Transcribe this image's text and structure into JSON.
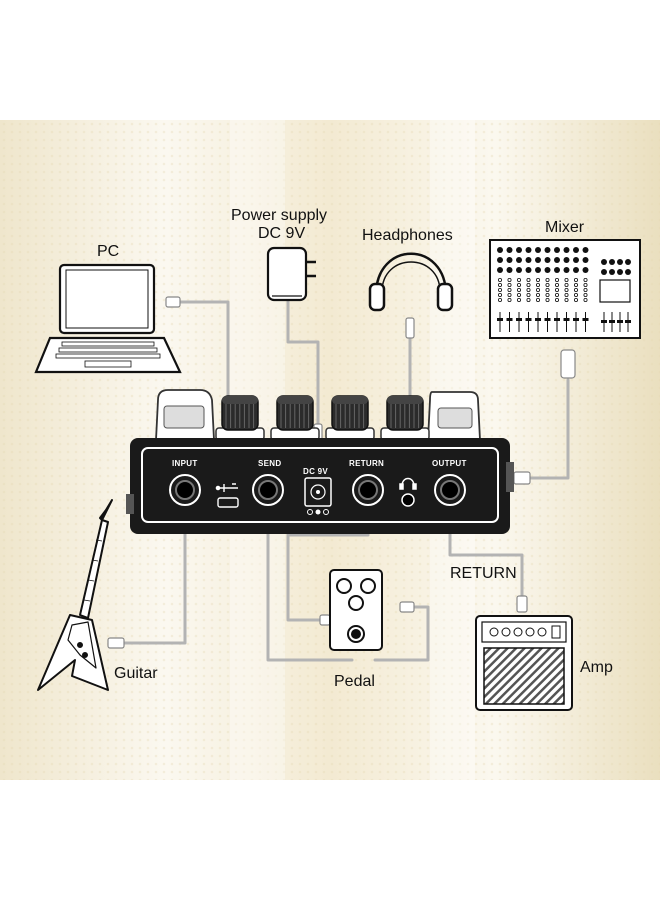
{
  "labels": {
    "pc": "PC",
    "power_line1": "Power supply",
    "power_line2": "DC 9V",
    "headphones": "Headphones",
    "mixer": "Mixer",
    "guitar": "Guitar",
    "pedal": "Pedal",
    "return_cable": "RETURN",
    "amp": "Amp"
  },
  "panel": {
    "input": "INPUT",
    "send": "SEND",
    "dc9v": "DC 9V",
    "return": "RETURN",
    "output": "OUTPUT"
  },
  "colors": {
    "cable": "#b3b3b3",
    "device_body": "#1a1a1a",
    "background_tint": "#efe4c6"
  },
  "icons": [
    "usb-icon",
    "headphone-jack-icon"
  ]
}
